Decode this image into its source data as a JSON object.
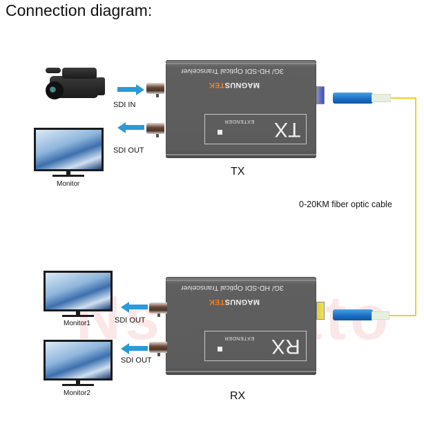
{
  "title": "Connection diagram:",
  "watermark": "Nsendato",
  "colors": {
    "arrow": "#2a9ad8",
    "fiber": "#f0d020",
    "brand_accent": "#f08020",
    "device_body": "#5e5e5e"
  },
  "tx": {
    "label": "TX",
    "product_text": "3G/ HD-SDI Optical Transceiver",
    "brand_main": "MAGNUS",
    "brand_accent": "TEK",
    "panel_text": "TX",
    "panel_sub": "EXTENDER",
    "inputs": [
      {
        "label": "SDI  IN",
        "direction": "in",
        "device": "camcorder",
        "device_icon": "camcorder-icon"
      },
      {
        "label": "SDI  OUT",
        "direction": "out",
        "device": "Monitor",
        "device_icon": "monitor-icon"
      }
    ]
  },
  "rx": {
    "label": "RX",
    "product_text": "3G/ HD-SDI Optical Transceiver",
    "brand_main": "MAGNUS",
    "brand_accent": "TEK",
    "panel_text": "RX",
    "panel_sub": "EXTENDER",
    "outputs": [
      {
        "label": "SDI  OUT",
        "direction": "out",
        "device": "Monitor1",
        "device_icon": "monitor-icon"
      },
      {
        "label": "SDI  OUT",
        "direction": "out",
        "device": "Monitor2",
        "device_icon": "monitor-icon"
      }
    ]
  },
  "cable": {
    "label": "0-20KM fiber optic cable"
  }
}
